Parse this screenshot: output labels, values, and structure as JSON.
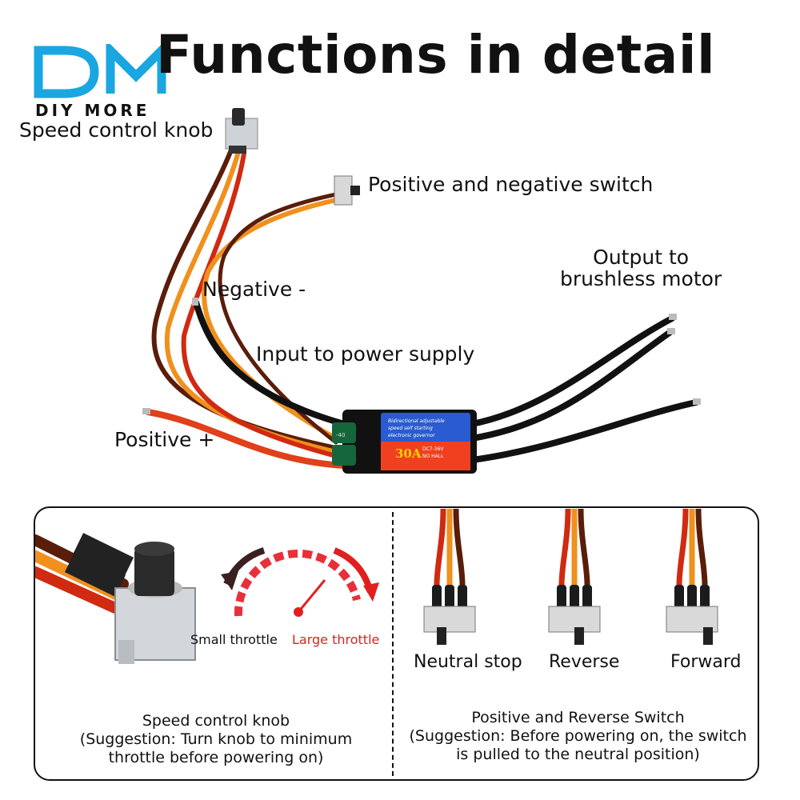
{
  "logo": {
    "letters": "DM",
    "brand": "DIY MORE",
    "color": "#1aa6e0"
  },
  "title": "Functions in detail",
  "labels": {
    "speed_knob": "Speed control knob",
    "pn_switch": "Positive and negative switch",
    "output": "Output to\nbrushless motor",
    "negative": "Negative -",
    "input": "Input to power supply",
    "positive": "Positive +"
  },
  "esc": {
    "line1": "Bidirectional adjustable",
    "line2": "speed self starting",
    "line3": "electronic governor",
    "rating": "30A",
    "voltage": "DC7-36V",
    "type": "NO HALL",
    "cap": "-40"
  },
  "throttle": {
    "small": "Small throttle",
    "large": "Large throttle",
    "large_color": "#e02020"
  },
  "switch_positions": [
    "Neutral stop",
    "Reverse",
    "Forward"
  ],
  "captions": {
    "knob": "Speed control knob\n(Suggestion: Turn knob to minimum\nthrottle before powering on)",
    "switch": "Positive and Reverse Switch\n(Suggestion: Before powering on, the switch\nis pulled to the neutral position)"
  }
}
